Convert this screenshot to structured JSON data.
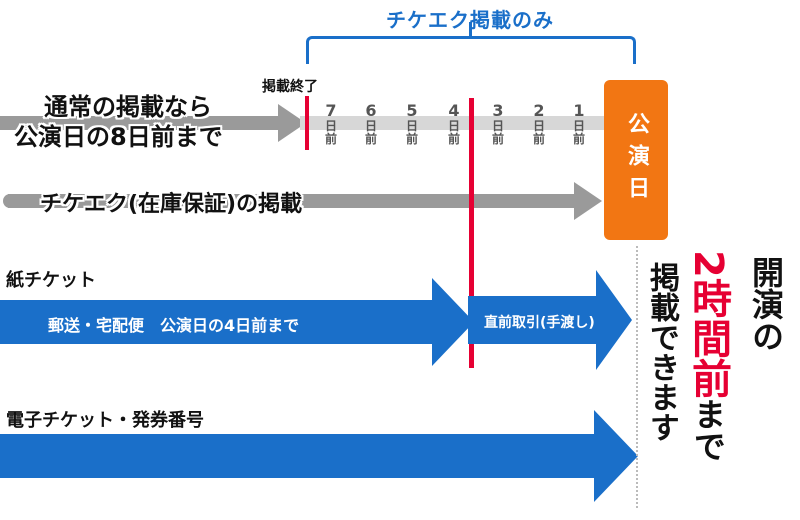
{
  "header": {
    "title": "チケエク掲載のみ"
  },
  "normal_listing": {
    "line1": "通常の掲載なら",
    "line2": "公演日の8日前まで"
  },
  "end_label": "掲載終了",
  "days": [
    {
      "n": "7",
      "u1": "日",
      "u2": "前"
    },
    {
      "n": "6",
      "u1": "日",
      "u2": "前"
    },
    {
      "n": "5",
      "u1": "日",
      "u2": "前"
    },
    {
      "n": "4",
      "u1": "日",
      "u2": "前"
    },
    {
      "n": "3",
      "u1": "日",
      "u2": "前"
    },
    {
      "n": "2",
      "u1": "日",
      "u2": "前"
    },
    {
      "n": "1",
      "u1": "日",
      "u2": "前"
    }
  ],
  "guarantee_listing": "チケエク(在庫保証)の掲載",
  "performance_day": "公演日",
  "paper_ticket": {
    "title": "紙チケット",
    "arrow_label": "郵送・宅配便　公演日の4日前まで",
    "handover_label": "直前取引(手渡し)"
  },
  "e_ticket": {
    "title": "電子チケット・発券番号"
  },
  "right_note": {
    "col1": "開演の",
    "num": "2",
    "mid": "時間前",
    "tail": "まで",
    "col2": "掲載できます"
  },
  "colors": {
    "blue": "#1a6fc9",
    "red": "#e60033",
    "orange": "#f27613",
    "gray": "#9a9a9a"
  }
}
